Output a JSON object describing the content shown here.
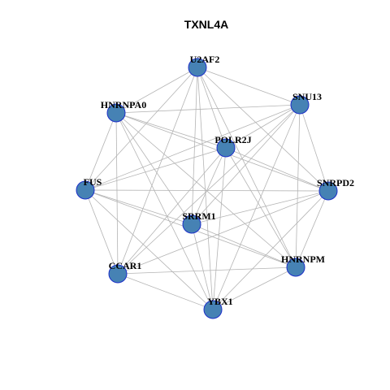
{
  "title": "TXNL4A",
  "colors": {
    "node_fill": "#4682b4",
    "node_stroke": "#1c2fc9",
    "edge": "#b4b4b4",
    "background": "#ffffff"
  },
  "nodes": [
    {
      "id": "U2AF2",
      "label": "U2AF2"
    },
    {
      "id": "SNU13",
      "label": "SNU13"
    },
    {
      "id": "HNRNPA0",
      "label": "HNRNPA0"
    },
    {
      "id": "POLR2J",
      "label": "POLR2J"
    },
    {
      "id": "FUS",
      "label": "FUS"
    },
    {
      "id": "SNRPD2",
      "label": "SNRPD2"
    },
    {
      "id": "SRRM1",
      "label": "SRRM1"
    },
    {
      "id": "CCAR1",
      "label": "CCAR1"
    },
    {
      "id": "HNRNPM",
      "label": "HNRNPM"
    },
    {
      "id": "YBX1",
      "label": "YBX1"
    }
  ],
  "edges": [
    [
      "U2AF2",
      "SNU13"
    ],
    [
      "U2AF2",
      "HNRNPA0"
    ],
    [
      "U2AF2",
      "POLR2J"
    ],
    [
      "U2AF2",
      "FUS"
    ],
    [
      "U2AF2",
      "SNRPD2"
    ],
    [
      "U2AF2",
      "SRRM1"
    ],
    [
      "U2AF2",
      "CCAR1"
    ],
    [
      "U2AF2",
      "HNRNPM"
    ],
    [
      "U2AF2",
      "YBX1"
    ],
    [
      "SNU13",
      "HNRNPA0"
    ],
    [
      "SNU13",
      "POLR2J"
    ],
    [
      "SNU13",
      "FUS"
    ],
    [
      "SNU13",
      "SNRPD2"
    ],
    [
      "SNU13",
      "SRRM1"
    ],
    [
      "SNU13",
      "CCAR1"
    ],
    [
      "SNU13",
      "HNRNPM"
    ],
    [
      "SNU13",
      "YBX1"
    ],
    [
      "HNRNPA0",
      "POLR2J"
    ],
    [
      "HNRNPA0",
      "FUS"
    ],
    [
      "HNRNPA0",
      "SNRPD2"
    ],
    [
      "HNRNPA0",
      "SRRM1"
    ],
    [
      "HNRNPA0",
      "CCAR1"
    ],
    [
      "HNRNPA0",
      "HNRNPM"
    ],
    [
      "HNRNPA0",
      "YBX1"
    ],
    [
      "POLR2J",
      "FUS"
    ],
    [
      "POLR2J",
      "SNRPD2"
    ],
    [
      "POLR2J",
      "SRRM1"
    ],
    [
      "POLR2J",
      "CCAR1"
    ],
    [
      "POLR2J",
      "HNRNPM"
    ],
    [
      "POLR2J",
      "YBX1"
    ],
    [
      "FUS",
      "SNRPD2"
    ],
    [
      "FUS",
      "SRRM1"
    ],
    [
      "FUS",
      "CCAR1"
    ],
    [
      "FUS",
      "HNRNPM"
    ],
    [
      "FUS",
      "YBX1"
    ],
    [
      "SNRPD2",
      "SRRM1"
    ],
    [
      "SNRPD2",
      "CCAR1"
    ],
    [
      "SNRPD2",
      "HNRNPM"
    ],
    [
      "SNRPD2",
      "YBX1"
    ],
    [
      "SRRM1",
      "HNRNPM"
    ],
    [
      "SRRM1",
      "YBX1"
    ],
    [
      "CCAR1",
      "HNRNPM"
    ],
    [
      "CCAR1",
      "YBX1"
    ],
    [
      "HNRNPM",
      "YBX1"
    ]
  ]
}
